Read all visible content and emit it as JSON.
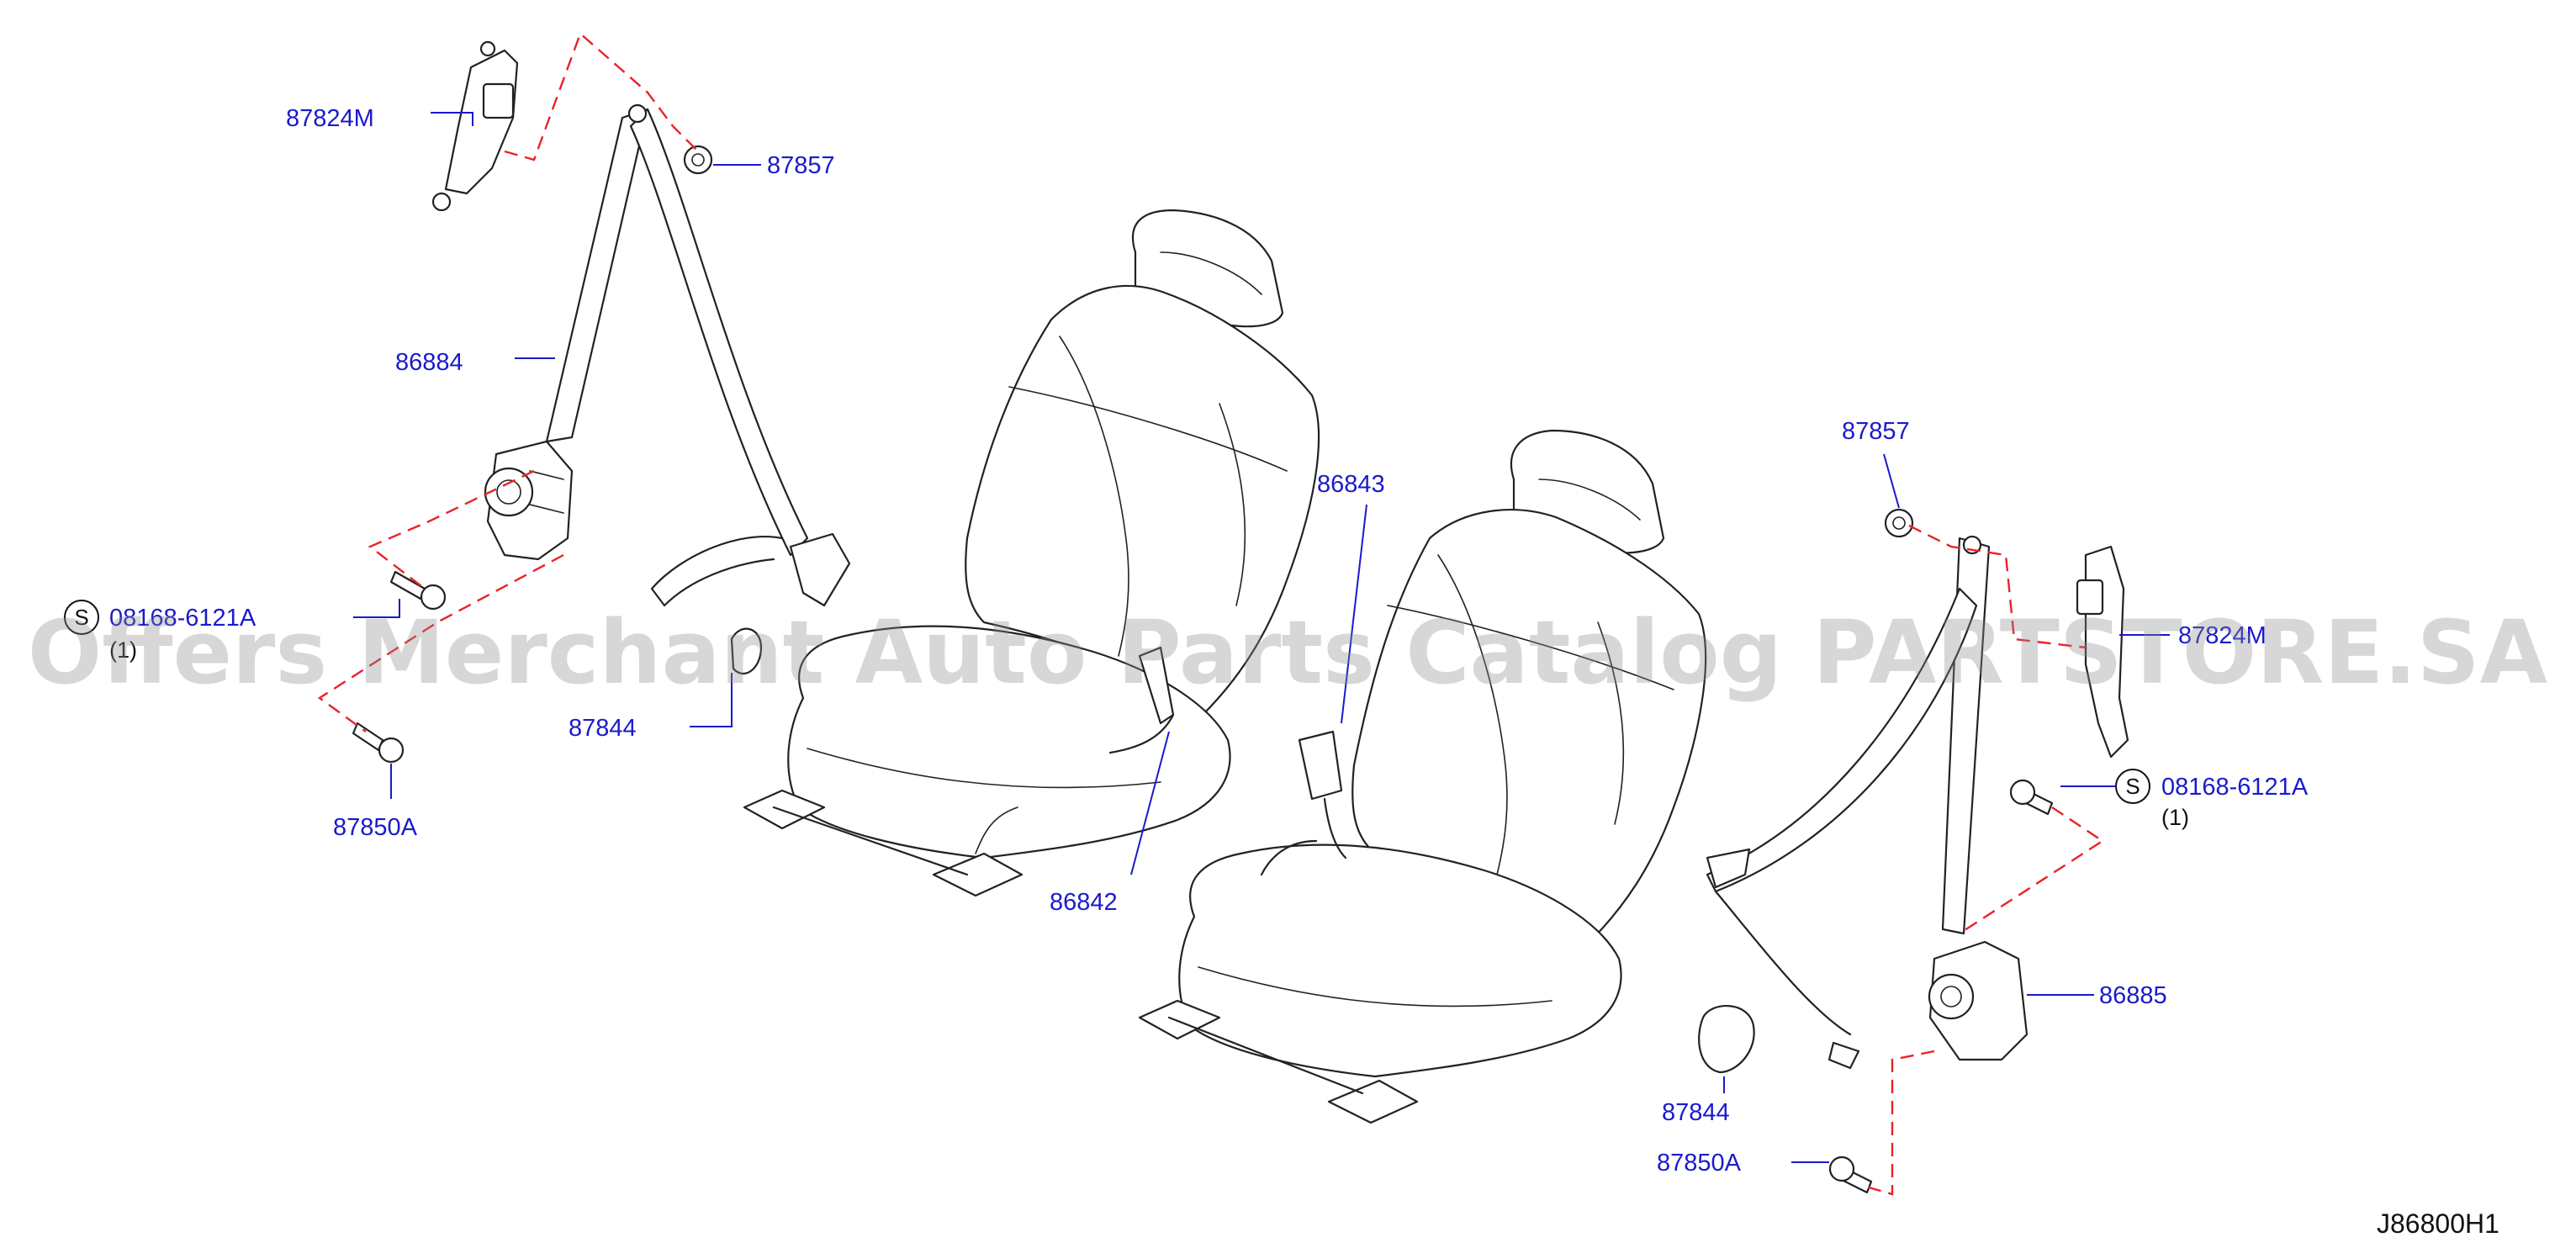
{
  "colors": {
    "label": "#1a1acc",
    "line": "#222222",
    "dashed": "#e8232a",
    "watermark": "#8c8c8c"
  },
  "watermark": "Offers Merchant Auto Parts Catalog PARTSTORE.SA",
  "drawing_id": "J86800H1",
  "callouts": {
    "p87824m_left": "87824M",
    "p87857_left": "87857",
    "p86884": "86884",
    "p08168_left": "08168-6121A",
    "p08168_left_qty": "(1)",
    "p87844_left": "87844",
    "p87850a_left": "87850A",
    "p86843": "86843",
    "p86842": "86842",
    "p87857_right": "87857",
    "p87824m_right": "87824M",
    "p08168_right": "08168-6121A",
    "p08168_right_qty": "(1)",
    "p86885": "86885",
    "p87844_right": "87844",
    "p87850a_right": "87850A"
  },
  "symbols": {
    "service_mark": "S"
  }
}
